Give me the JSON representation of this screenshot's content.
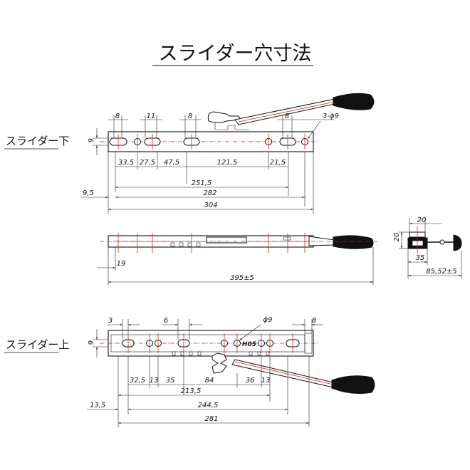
{
  "title": "スライダー穴寸法",
  "lower": {
    "label": "スライダー下",
    "top_dims": [
      "8",
      "11",
      "8",
      "8"
    ],
    "hole_note": "3-ϕ9",
    "height_dim": "9",
    "spacing_dims": [
      "33,5",
      "27,5",
      "47,5",
      "121,5",
      "21,5"
    ],
    "overall_dims": [
      "251,5",
      "282",
      "304"
    ],
    "offset_dim": "9,5"
  },
  "side": {
    "dim_19": "19",
    "length_dim": "395±5"
  },
  "end_view": {
    "width_dim": "20",
    "height_dim": "20",
    "dim_35": "35",
    "total_dim": "85,52±5"
  },
  "upper": {
    "label": "スライダー上",
    "top_dims": [
      "3",
      "6",
      "ϕ9",
      "8"
    ],
    "height_dim": "9",
    "marking": "H05",
    "spacing_dims": [
      "32,5",
      "13",
      "35",
      "84",
      "36",
      "13"
    ],
    "overall_dims": [
      "213,5",
      "244,5",
      "281"
    ],
    "offset_dim": "13,5"
  }
}
